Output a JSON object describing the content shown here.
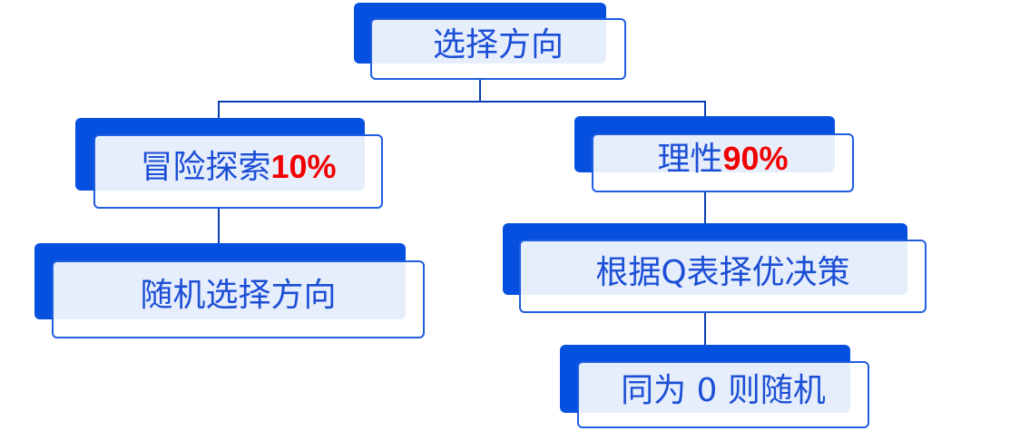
{
  "root": {
    "label": "选择方向"
  },
  "explore": {
    "label": "冒险探索",
    "percent": "10%"
  },
  "rational": {
    "label": "理性",
    "percent": "90%"
  },
  "random": {
    "label": "随机选择方向"
  },
  "qtable": {
    "label": "根据Q表择优决策"
  },
  "tie": {
    "label": "同为 0 则随机"
  },
  "colors": {
    "accent": "#0650df",
    "highlight": "#f00000"
  }
}
